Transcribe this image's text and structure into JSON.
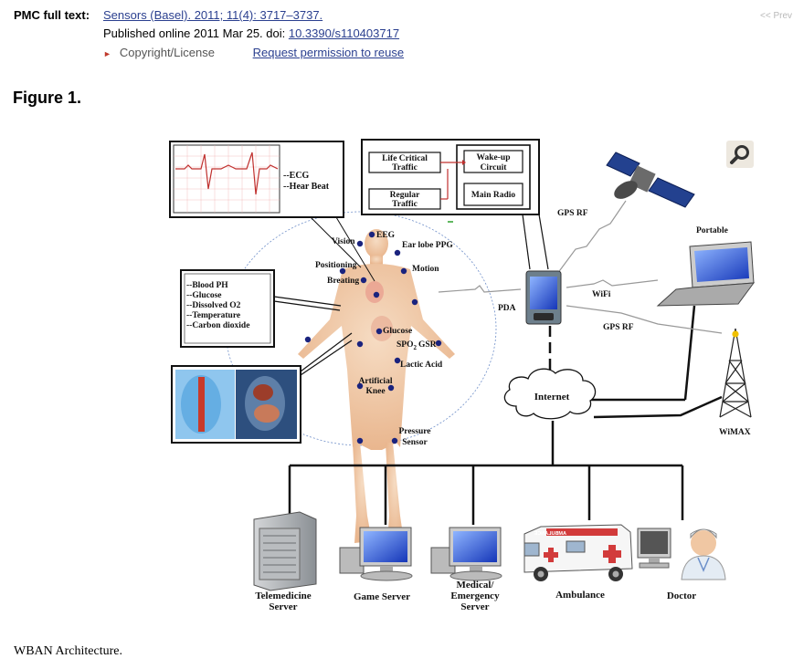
{
  "citation": {
    "label": "PMC full text:",
    "journal_link": "Sensors (Basel). 2011; 11(4): 3717–3737.",
    "published": "Published online 2011 Mar 25. doi: ",
    "doi_link": "10.3390/s110403717",
    "copyright": "Copyright/License",
    "permission": "Request permission to reuse",
    "prev": "<< Prev"
  },
  "figure": {
    "title": "Figure 1.",
    "caption": "WBAN Architecture."
  },
  "diagram": {
    "ecg_lines": [
      "--ECG",
      "--Hear Beat"
    ],
    "blood_lines": [
      "--Blood PH",
      "--Glucose",
      "--Dissolved O2",
      "--Temperature",
      "--Carbon dioxide"
    ],
    "traffic": {
      "life_critical": [
        "Life Critical",
        "Traffic"
      ],
      "regular": [
        "Regular",
        "Traffic"
      ],
      "wakeup": [
        "Wake-up",
        "Circuit"
      ],
      "main_radio": "Main Radio"
    },
    "sensors": {
      "vision": "Vision",
      "eeg": "EEG",
      "ear": "Ear lobe PPG",
      "positioning": "Positioning",
      "breathing": "Breating",
      "motion": "Motion",
      "glucose": "Glucose",
      "spo2": "SPO",
      "spo2_sub": "2",
      "gsr": "GSR",
      "lactic": "Lactic Acid",
      "knee": [
        "Artificial",
        "Knee"
      ],
      "pressure": [
        "Pressure",
        "Sensor"
      ]
    },
    "network": {
      "gps_rf_top": "GPS RF",
      "portable": "Portable",
      "pda": "PDA",
      "wifi": "WiFi",
      "gps_rf_mid": "GPS RF",
      "internet": "Internet",
      "wimax": "WiMAX"
    },
    "endpoints": {
      "telemedicine": [
        "Telemedicine",
        "Server"
      ],
      "game": "Game Server",
      "medical": [
        "Medical/",
        "Emergency",
        "Server"
      ],
      "ambulance": "Ambulance",
      "ambulance_sign": "AMBULANCE",
      "doctor": "Doctor"
    },
    "colors": {
      "sensor_dot": "#1a237e",
      "body": "#f1c9a5",
      "link": "#2a3f8f"
    }
  }
}
